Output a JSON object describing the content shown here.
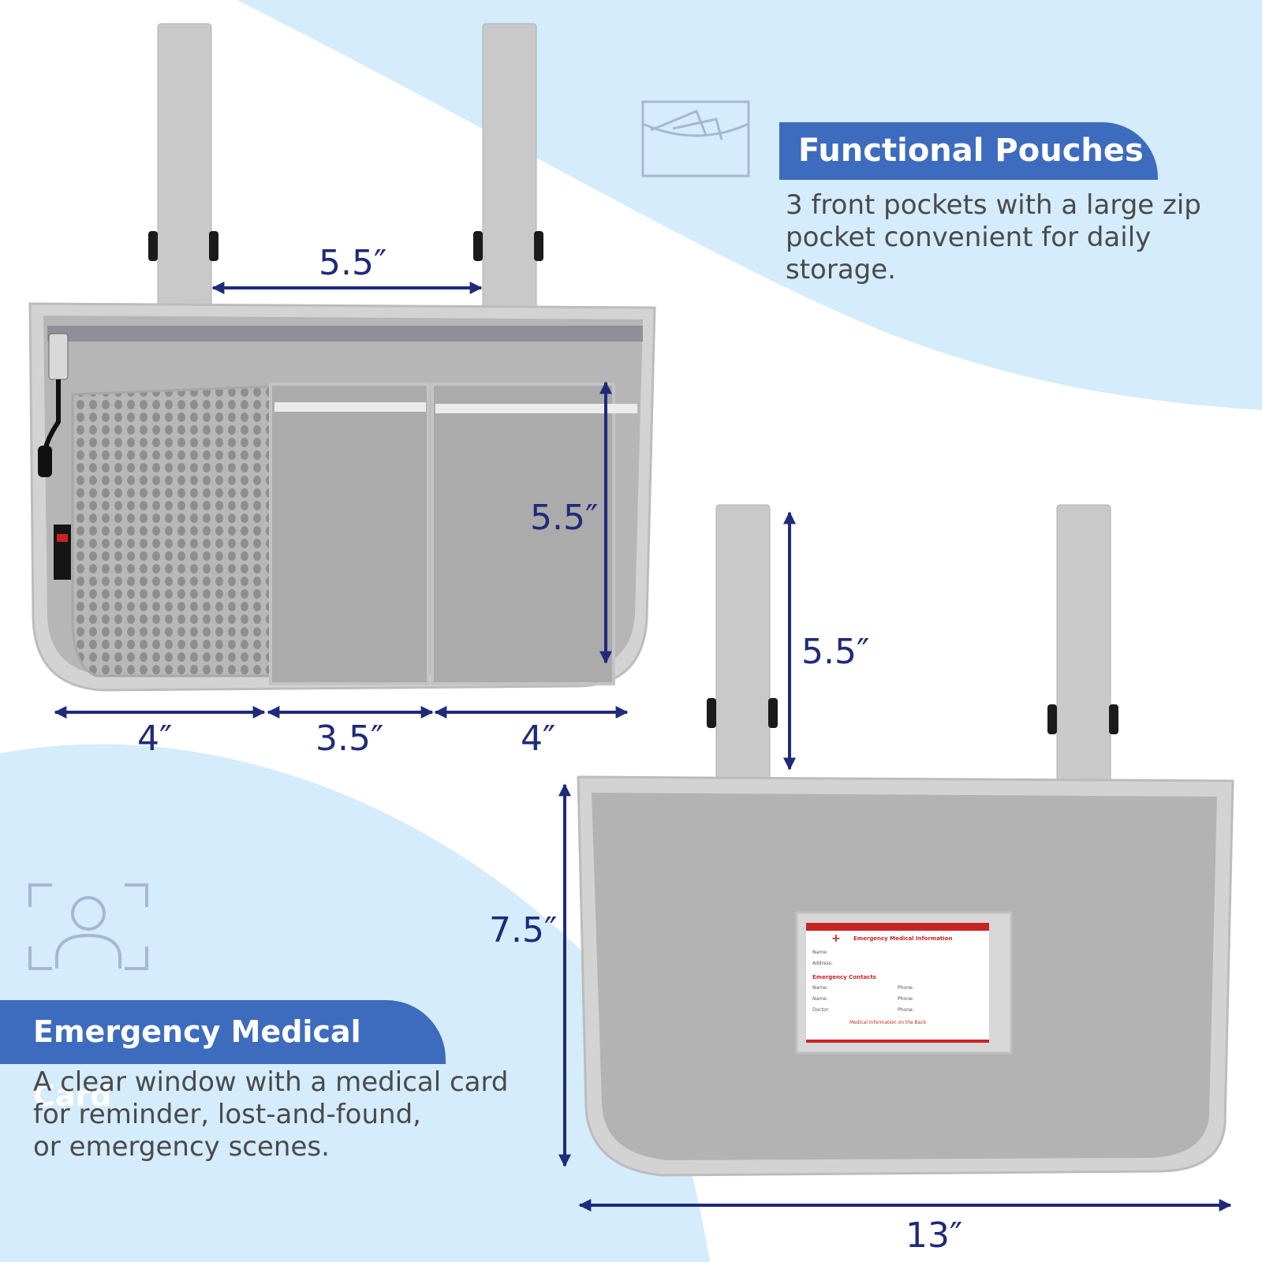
{
  "colors": {
    "accent": "#3d6bbd",
    "dimension_blue": "#1f2a7a",
    "light_blue_bg": "#d4ecfb",
    "bag_gray": "#b4b4b4"
  },
  "features": {
    "pouches": {
      "icon": "pouch-icon",
      "title": "Functional Pouches",
      "line1": "3 front pockets with a large zip",
      "line2": "pocket convenient for daily storage."
    },
    "medical": {
      "icon": "person-frame-icon",
      "title": "Emergency Medical Card",
      "line1": "A clear window with a medical card",
      "line2": "for reminder, lost-and-found,",
      "line3": "or emergency scenes."
    }
  },
  "front_bag": {
    "strap_spacing": "5.5″",
    "pocket_height": "5.5″",
    "pocket_left": "4″",
    "pocket_middle": "3.5″",
    "pocket_right": "4″"
  },
  "back_bag": {
    "strap_length": "5.5″",
    "height": "7.5″",
    "width": "13″"
  },
  "medical_card": {
    "title": "Emergency Medical Information",
    "name_label": "Name:",
    "address_label": "Address:",
    "contacts_heading": "Emergency Contacts",
    "contact_name_1": "Name:",
    "contact_name_2": "Name:",
    "doctor_label": "Doctor:",
    "phone_1": "Phone:",
    "phone_2": "Phone:",
    "phone_3": "Phone:",
    "footer": "Medical Information on the Back"
  }
}
